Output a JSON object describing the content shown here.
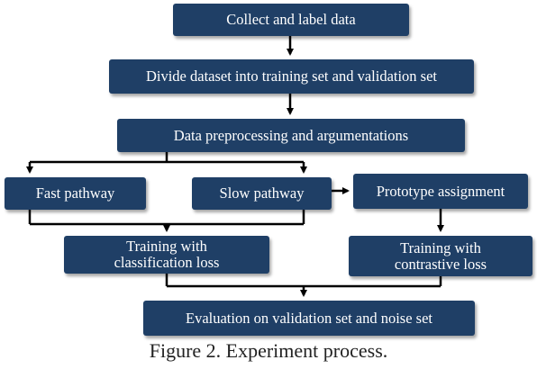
{
  "nodes": {
    "collect": "Collect and label data",
    "divide": "Divide dataset into training set and validation set",
    "preprocess": "Data preprocessing and argumentations",
    "fast": "Fast pathway",
    "slow": "Slow pathway",
    "prototype": "Prototype assignment",
    "train_cls_line1": "Training  with",
    "train_cls_line2": "classification loss",
    "train_con_line1": "Training with",
    "train_con_line2": "contrastive loss",
    "evaluation": "Evaluation on validation set and noise set"
  },
  "caption": "Figure 2. Experiment process.",
  "colors": {
    "box_fill": "#1f3f66",
    "box_text": "#ffffff",
    "connector": "#000000"
  }
}
